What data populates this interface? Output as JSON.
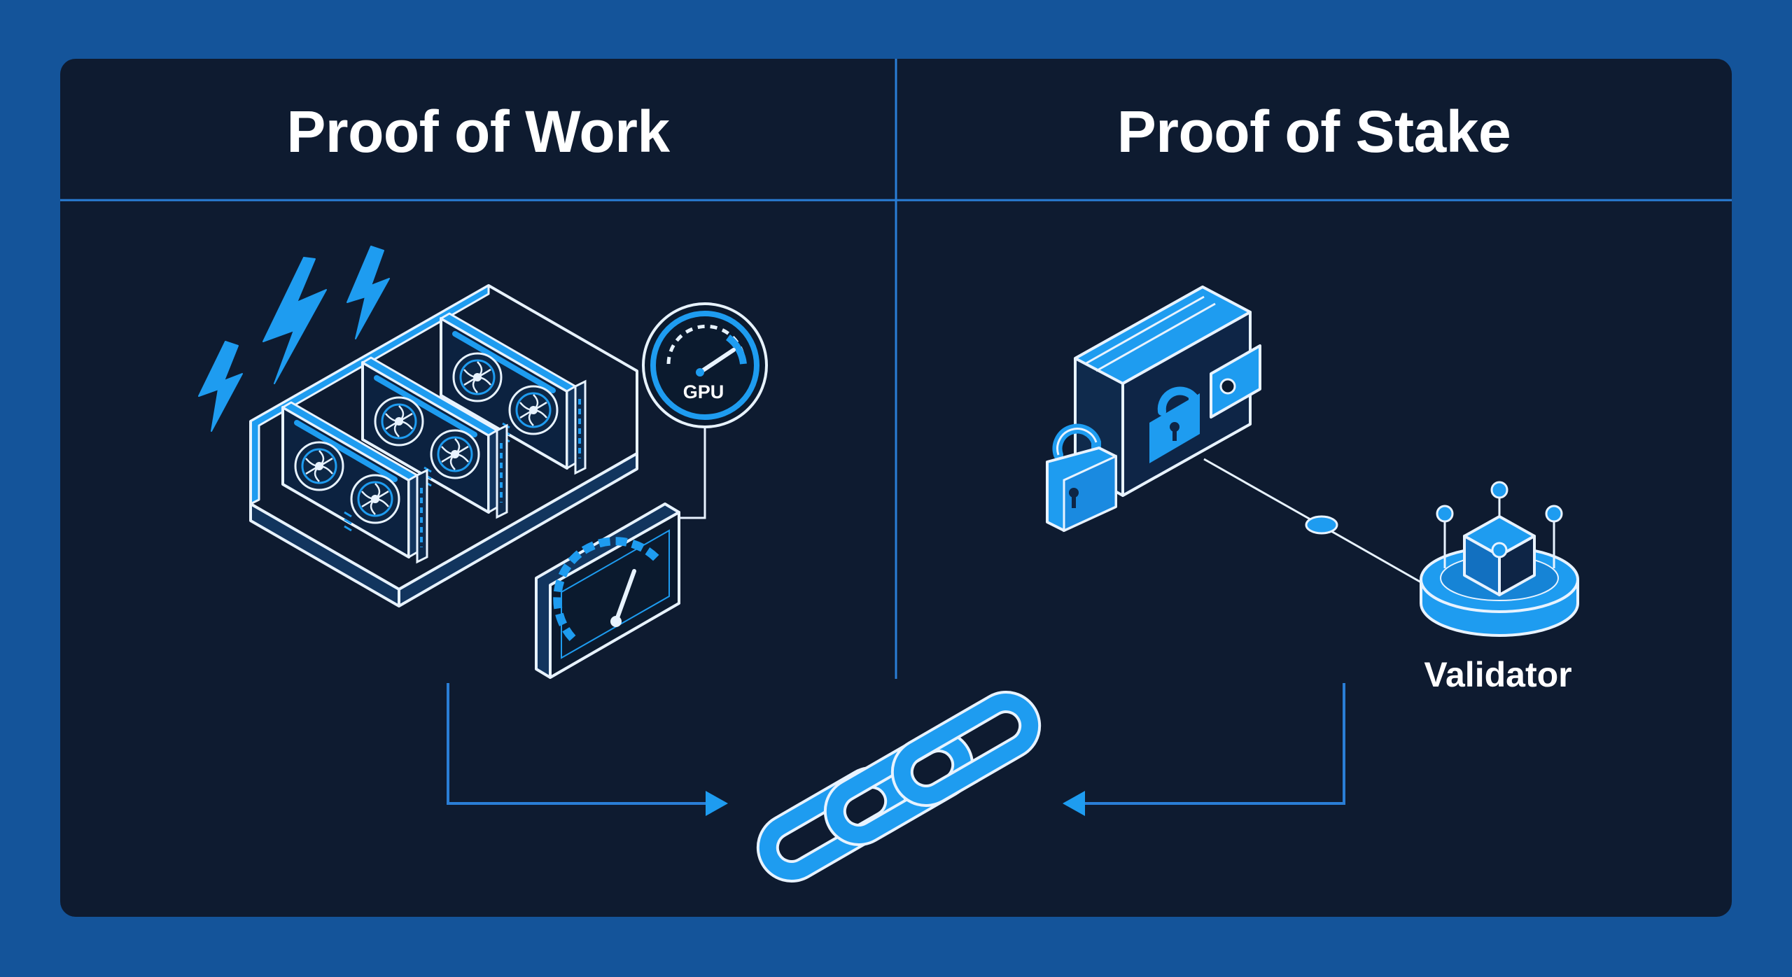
{
  "panels": {
    "left": {
      "title": "Proof of Work",
      "gauge_label": "GPU"
    },
    "right": {
      "title": "Proof of Stake",
      "node_label": "Validator"
    }
  },
  "icons": {
    "left": [
      "lightning-bolt-icon",
      "gpu-card-icon",
      "speedometer-icon",
      "monitor-gauge-icon"
    ],
    "right": [
      "wallet-icon",
      "padlock-icon",
      "validator-node-icon",
      "cube-icon"
    ],
    "center": [
      "chain-link-icon"
    ]
  },
  "colors": {
    "background": "#14549a",
    "panel": "#0e1b30",
    "accent": "#1e9cf0",
    "line": "#2a7ed6",
    "text": "#ffffff"
  }
}
